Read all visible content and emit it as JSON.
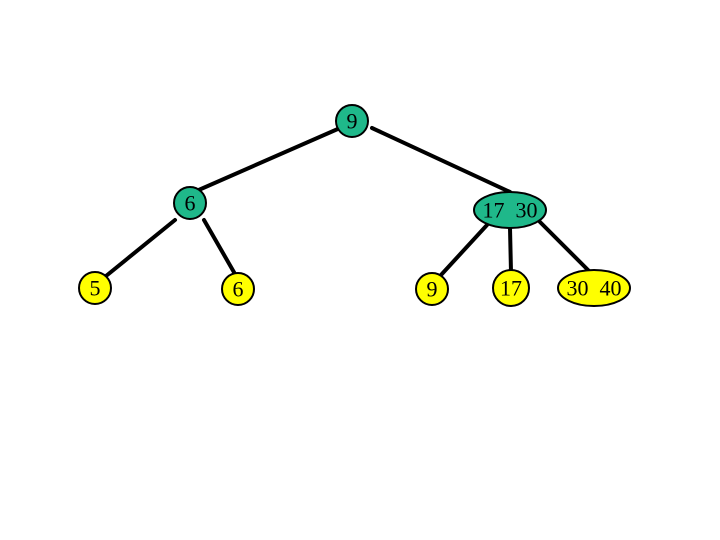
{
  "colors": {
    "internal_fill": "#1fb88a",
    "leaf_fill": "#ffff00",
    "edge": "#000000"
  },
  "tree": {
    "root": {
      "label": "9"
    },
    "left": {
      "label": "6"
    },
    "right": {
      "label": "17  30"
    },
    "leaves": [
      {
        "label": "5"
      },
      {
        "label": "6"
      },
      {
        "label": "9"
      },
      {
        "label": "17"
      },
      {
        "label": "30  40"
      }
    ]
  }
}
